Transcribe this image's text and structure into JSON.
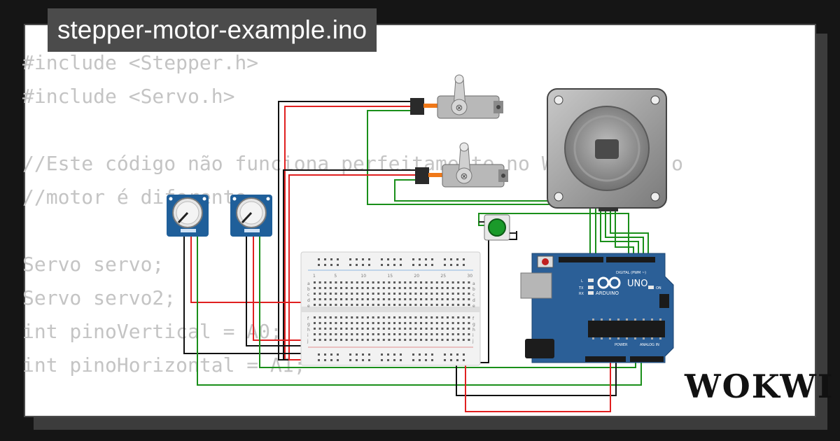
{
  "title": "stepper-motor-example.ino",
  "brand": "WOKWI",
  "code_lines": [
    "#include <Stepper.h>",
    "#include <Servo.h>",
    "",
    "//Este código não funciona perfeitamente no Wokwi pois o",
    "//motor é diferente",
    "",
    "Servo servo;",
    "Servo servo2;",
    "int pinoVertical = A0;",
    "int pinoHorizontal = A1;"
  ],
  "arduino": {
    "label": "UNO",
    "maker": "ARDUINO",
    "digital_label": "DIGITAL (PWM ~)",
    "power_label": "POWER",
    "analog_label": "ANALOG IN",
    "led_labels": [
      "L",
      "TX",
      "RX"
    ],
    "on_label": "ON"
  },
  "breadboard": {
    "column_numbers": [
      "1",
      "5",
      "10",
      "15",
      "20",
      "25",
      "30"
    ],
    "row_letters_top": [
      "a",
      "b",
      "c",
      "d",
      "e"
    ],
    "row_letters_bottom": [
      "f",
      "g",
      "h",
      "i",
      "j"
    ]
  },
  "colors": {
    "background": "#151515",
    "card": "#ffffff",
    "code_text": "#c4c4c4",
    "title_bg": "#4b4b4b",
    "arduino_board": "#2b5f97",
    "pot_board": "#1f5f9a",
    "wire_red": "#e02020",
    "wire_black": "#111111",
    "wire_green": "#1a8f1a",
    "button_green": "#1a9a2a",
    "servo_horn": "#f07818"
  }
}
